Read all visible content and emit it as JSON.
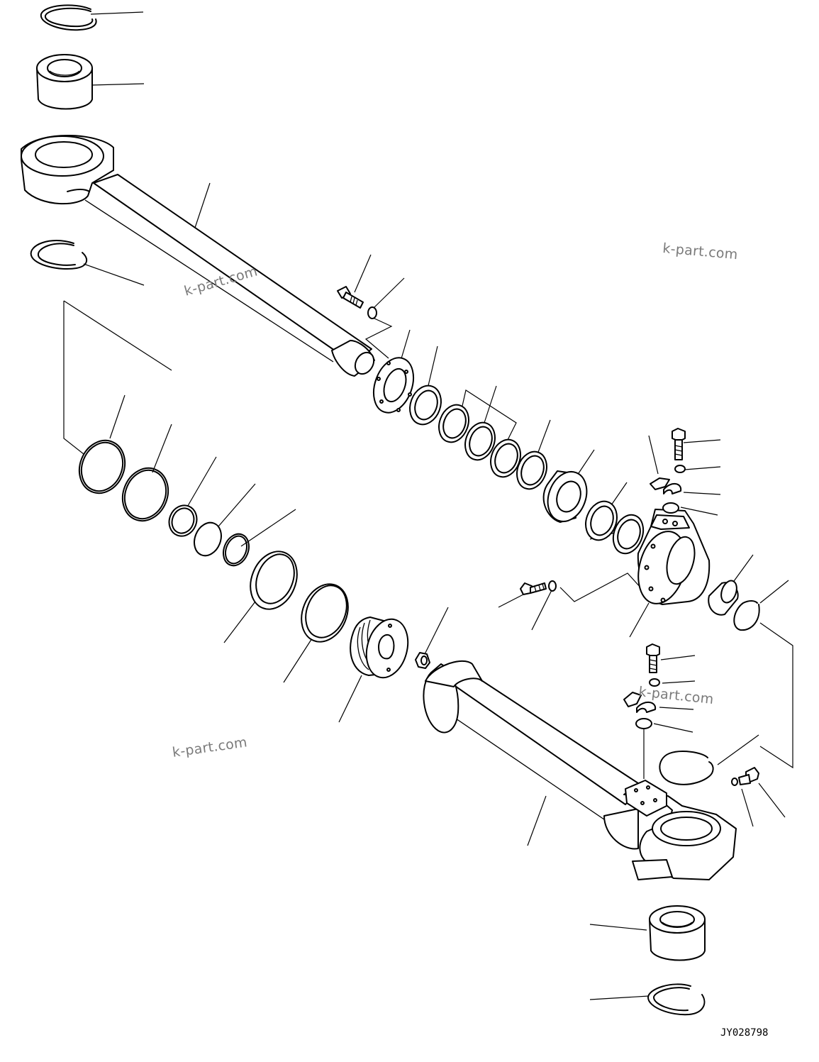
{
  "drawing_code": "JY028798",
  "watermarks": [
    "k-part.com",
    "k-part.com",
    "k-part.com",
    "k-part.com"
  ],
  "palette": {
    "line": "#000000",
    "background": "#ffffff",
    "watermark": "#7a7a7a"
  }
}
